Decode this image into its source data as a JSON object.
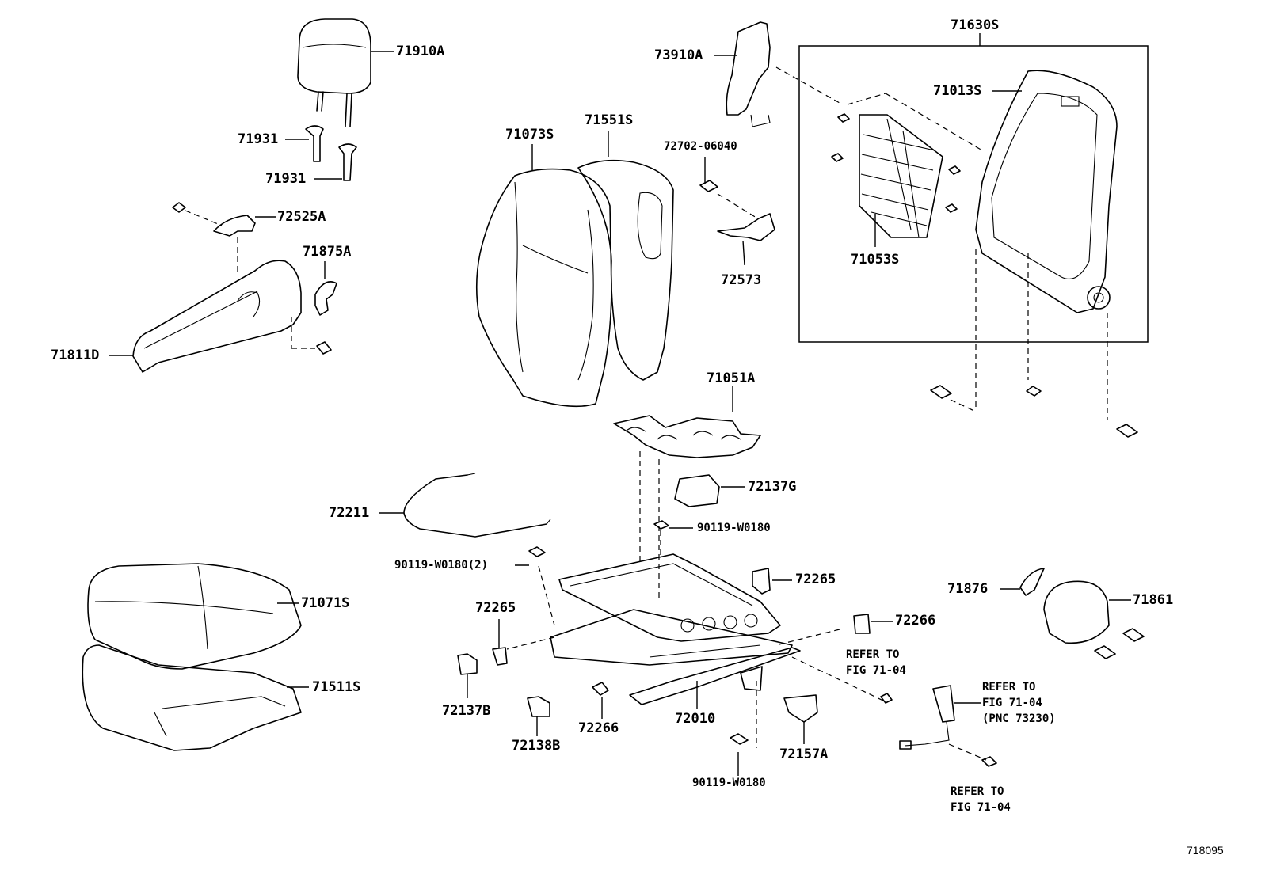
{
  "labels": {
    "p71910a": "71910A",
    "p71931_a": "71931",
    "p71931_b": "71931",
    "p72525a": "72525A",
    "p71875a": "71875A",
    "p71811d": "71811D",
    "p71073s": "71073S",
    "p71551s": "71551S",
    "p73910a": "73910A",
    "p72702_06040": "72702-06040",
    "p72573": "72573",
    "p71630s": "71630S",
    "p71013s": "71013S",
    "p71053s": "71053S",
    "p71051a": "71051A",
    "p72137g": "72137G",
    "p72211": "72211",
    "p90119_a": "90119-W0180",
    "p90119_2": "90119-W0180(2)",
    "p72265_a": "72265",
    "p72265_b": "72265",
    "p71071s": "71071S",
    "p71511s": "71511S",
    "p72266_a": "72266",
    "p71876": "71876",
    "p71861": "71861",
    "p72137b": "72137B",
    "p72266_b": "72266",
    "p72010": "72010",
    "p72138b": "72138B",
    "p72157a": "72157A",
    "p90119_b": "90119-W0180"
  },
  "notes": {
    "refer_a": "REFER TO\nFIG 71-04",
    "refer_b": "REFER TO\nFIG 71-04\n(PNC 73230)",
    "refer_c": "REFER TO\nFIG 71-04"
  },
  "figure_id": "718095"
}
